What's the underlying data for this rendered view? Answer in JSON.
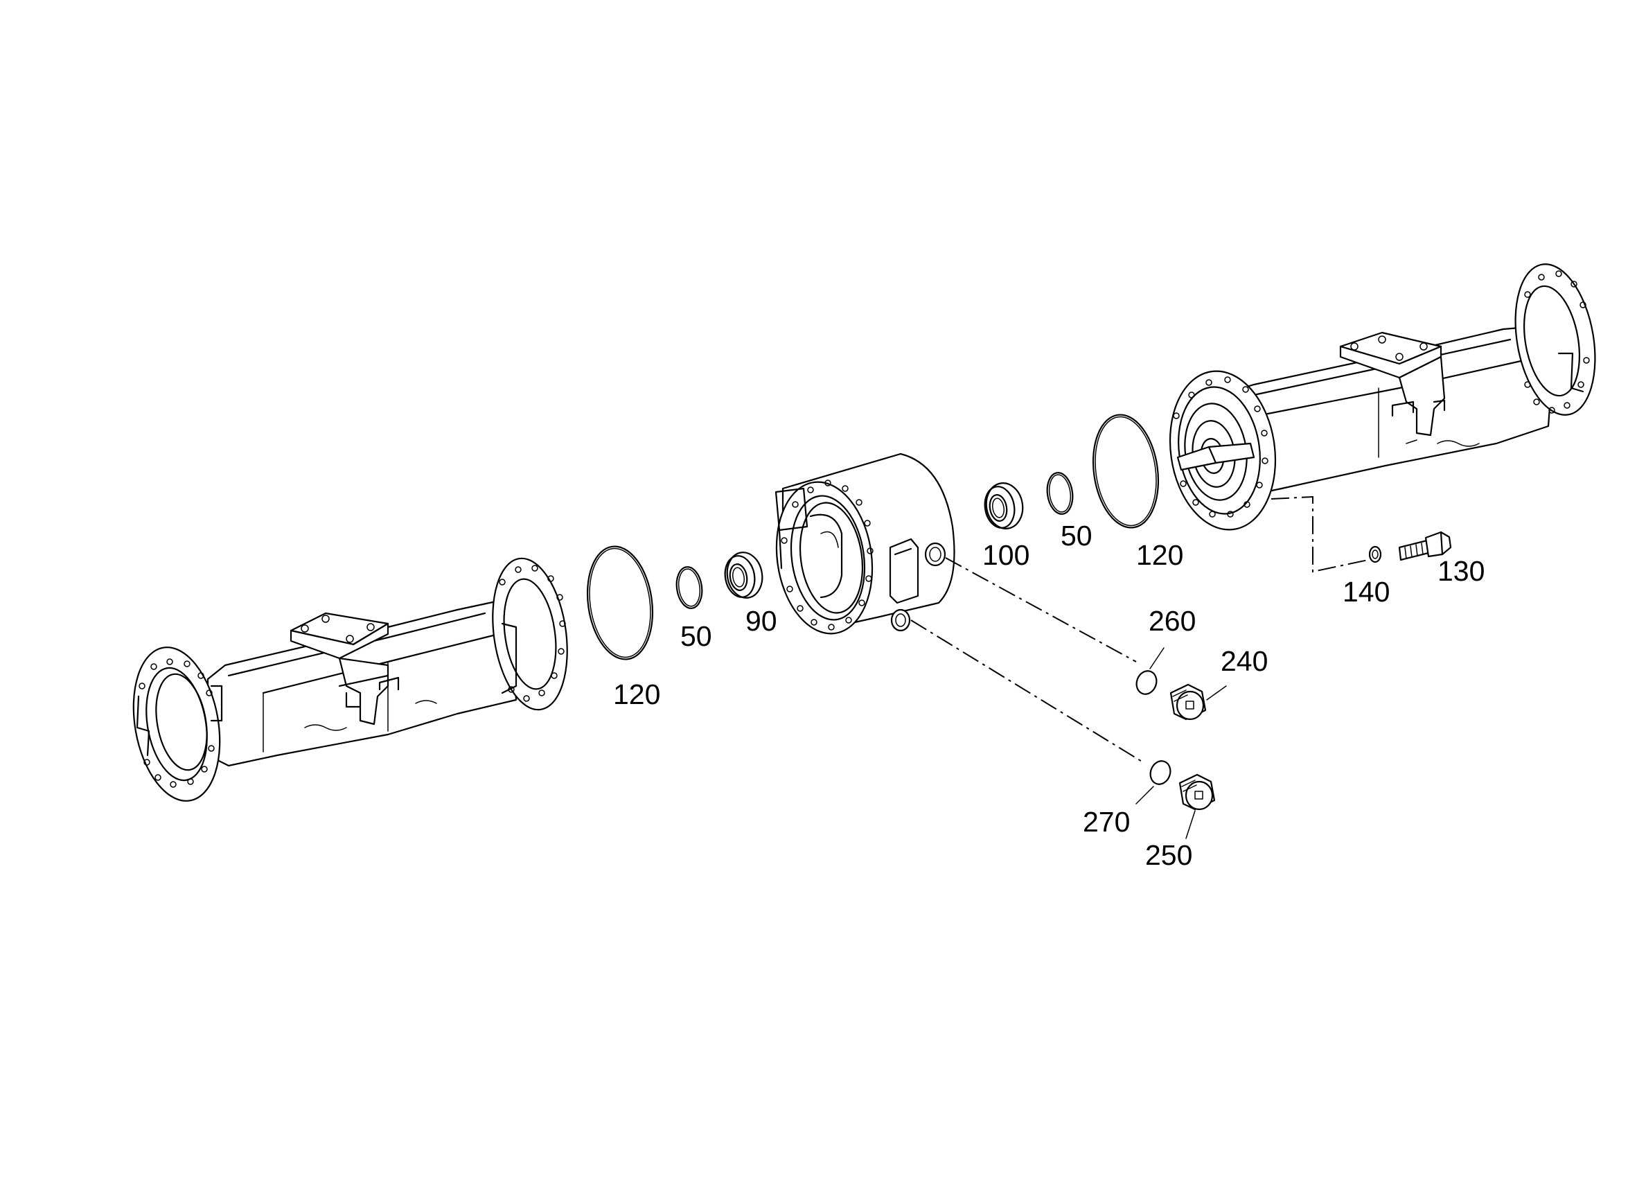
{
  "diagram": {
    "type": "exploded-parts-view",
    "callouts": [
      {
        "id": "left-seal-120",
        "text": "120"
      },
      {
        "id": "left-ring-50",
        "text": "50"
      },
      {
        "id": "bearing-90",
        "text": "90"
      },
      {
        "id": "bearing-100",
        "text": "100"
      },
      {
        "id": "right-ring-50",
        "text": "50"
      },
      {
        "id": "right-seal-120",
        "text": "120"
      },
      {
        "id": "bolt-130",
        "text": "130"
      },
      {
        "id": "washer-140",
        "text": "140"
      },
      {
        "id": "oring-260",
        "text": "260"
      },
      {
        "id": "plug-240",
        "text": "240"
      },
      {
        "id": "oring-270",
        "text": "270"
      },
      {
        "id": "plug-250",
        "text": "250"
      }
    ]
  }
}
